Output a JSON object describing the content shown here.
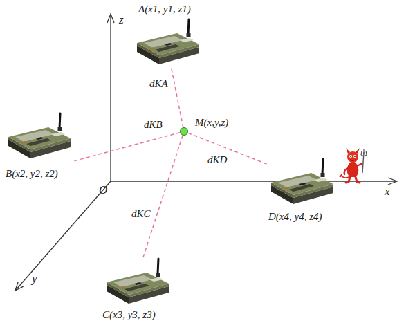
{
  "diagram": {
    "nodes": [
      {
        "text": [
          "A(x1, y1, z1)"
        ]
      },
      {
        "text": [
          "B(x2, y2, z2)"
        ]
      },
      {
        "text": [
          "M(x,y,z)"
        ]
      },
      {
        "text": [
          "D(x4, y4, z4)"
        ]
      },
      {
        "text": [
          "C(x3, y3, z3)"
        ]
      }
    ],
    "edges": [
      {
        "from": 2,
        "to": 0,
        "label": "dKA",
        "arrow": "none"
      },
      {
        "from": 2,
        "to": 1,
        "label": "dKB",
        "arrow": "none"
      },
      {
        "from": 2,
        "to": 3,
        "label": "dKD",
        "arrow": "none"
      },
      {
        "from": 2,
        "to": 4,
        "label": "dKC",
        "arrow": "none"
      }
    ],
    "labels": [
      "z",
      "x",
      "y",
      "O"
    ]
  }
}
